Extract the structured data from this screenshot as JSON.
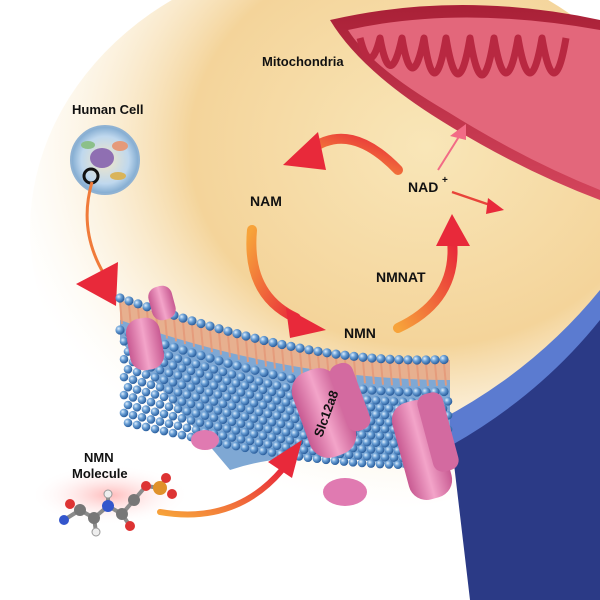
{
  "labels": {
    "mitochondria": "Mitochondria",
    "human_cell": "Human Cell",
    "nam": "NAM",
    "nad": "NAD",
    "nad_superscript": "+",
    "nmnat": "NMNAT",
    "nmn": "NMN",
    "transporter": "Slc12a8",
    "nmn_molecule_line1": "NMN",
    "nmn_molecule_line2": "Molecule"
  },
  "colors": {
    "cytoplasm": "#f6d9a0",
    "mitochondria": "#c0334a",
    "membrane_head": "#3f7fc4",
    "lipid_tail": "#e59a7a",
    "channel_protein": "#e78ab5",
    "pathway_arrow": "#e8443a",
    "nad_arrow": "#f26b86"
  }
}
